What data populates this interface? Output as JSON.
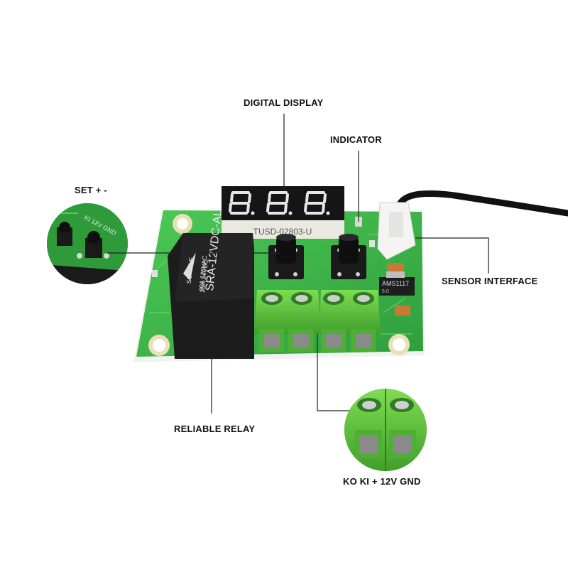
{
  "labels": {
    "digital_display": "DIGITAL DISPLAY",
    "indicator": "INDICATOR",
    "set_buttons": "SET + -",
    "sensor_interface": "SENSOR INTERFACE",
    "reliable_relay": "RELIABLE RELAY",
    "terminals": "KO KI + 12V GND"
  },
  "board_markings": {
    "display_part": "TUSD-02803-U",
    "relay_model": "SRA-12VDC-AL",
    "relay_brand": "SONGLE",
    "relay_rating_1": "20A 14VDC",
    "relay_rating_2": "20A 125VAC",
    "regulator": "AMS1117",
    "regulator_sub": "5.0",
    "inset_silk": "KI 12V GND"
  },
  "colors": {
    "pcb": "#3fb84a",
    "terminal": "#5fc83d",
    "relay": "#1c1c1c",
    "display": "#151515",
    "segment": "#e8e8e8"
  }
}
